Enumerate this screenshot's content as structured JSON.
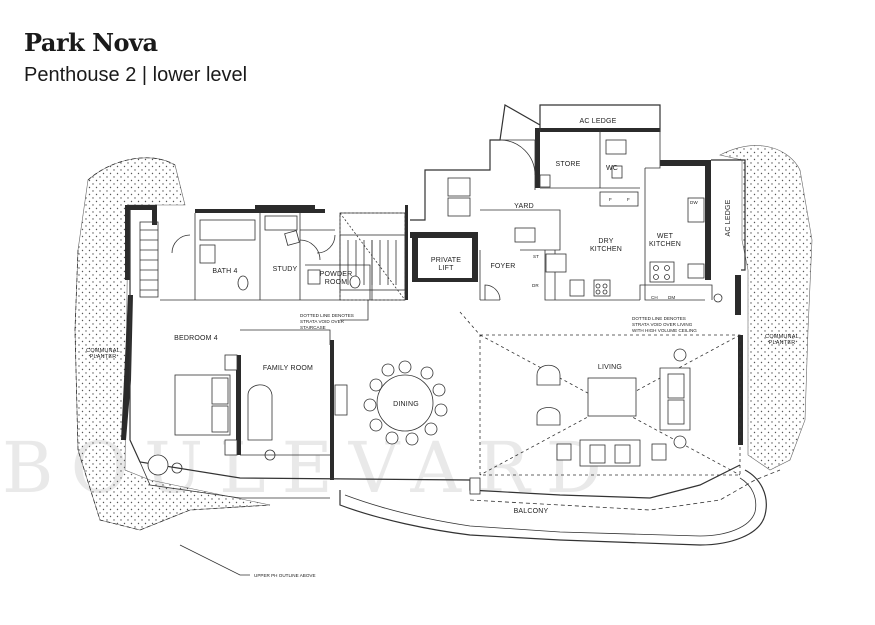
{
  "header": {
    "title": "Park Nova",
    "subtitle": "Penthouse 2 | lower level"
  },
  "watermark": "BOULEVARD",
  "rooms": {
    "ac_ledge_top": "AC LEDGE",
    "store": "STORE",
    "wc": "WC",
    "yard": "YARD",
    "dry_kitchen_1": "DRY",
    "dry_kitchen_2": "KITCHEN",
    "wet_kitchen_1": "WET",
    "wet_kitchen_2": "KITCHEN",
    "ac_ledge_side": "AC LEDGE",
    "bath4": "BATH 4",
    "study": "STUDY",
    "powder_1": "POWDER",
    "powder_2": "ROOM",
    "private_lift_1": "PRIVATE",
    "private_lift_2": "LIFT",
    "foyer": "FOYER",
    "bedroom4": "BEDROOM 4",
    "family_room": "FAMILY ROOM",
    "dining": "DINING",
    "living": "LIVING",
    "balcony": "BALCONY",
    "planter_left_1": "COMMUNAL",
    "planter_left_2": "PLANTER",
    "planter_right_1": "COMMUNAL",
    "planter_right_2": "PLANTER"
  },
  "notes": {
    "staircase_1": "DOTTED LINE DENOTES",
    "staircase_2": "STRATA VOID OVER",
    "staircase_3": "STAIRCASE",
    "living_1": "DOTTED LINE DENOTES",
    "living_2": "STRATA VOID OVER LIVING",
    "living_3": "WITH HIGH VOLUME CEILING",
    "upper_outline": "UPPER PH OUTLINE ABOVE"
  },
  "appliance_labels": {
    "dw": "DW",
    "st": "ST",
    "dr": "DR",
    "ch": "CH",
    "dm": "DM",
    "f1": "F",
    "f2": "F"
  }
}
